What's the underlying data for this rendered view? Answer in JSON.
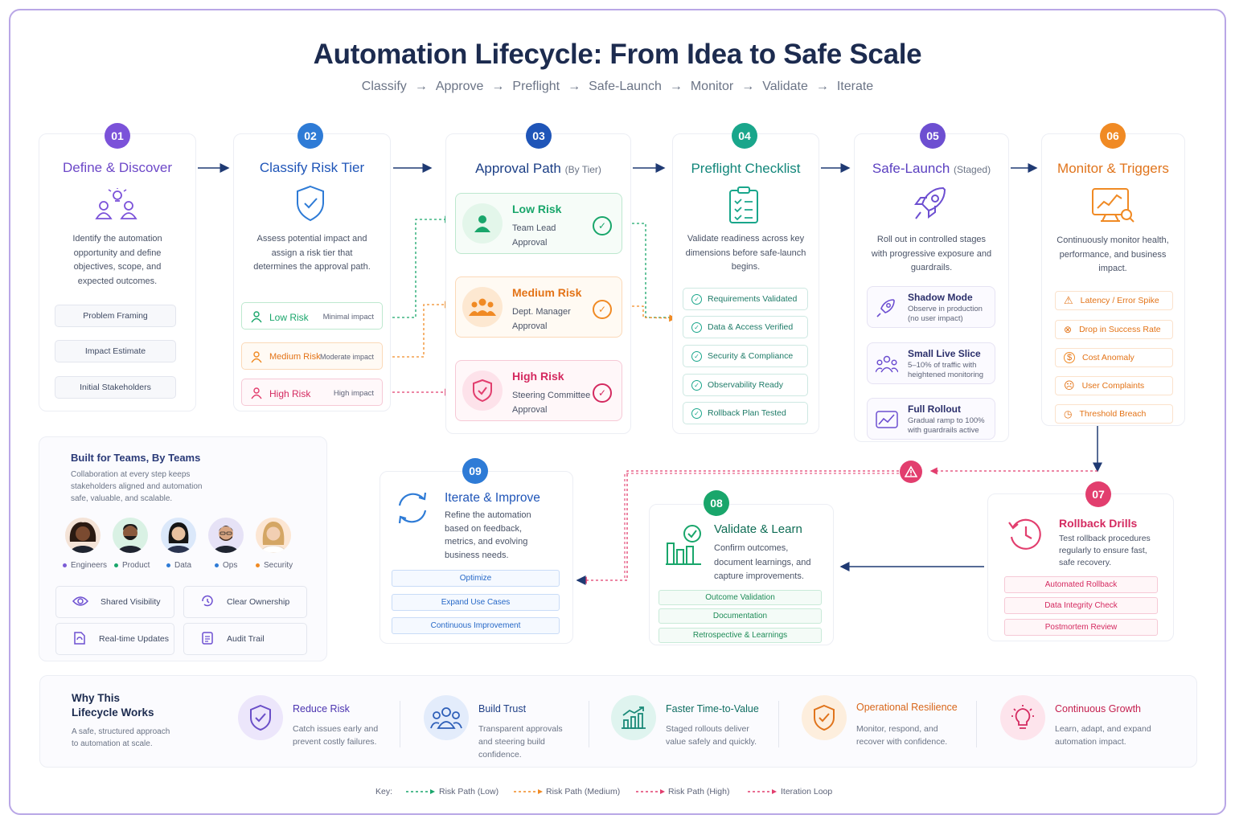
{
  "title": "Automation Lifecycle: From Idea to Safe Scale",
  "flow": [
    "Classify",
    "Approve",
    "Preflight",
    "Safe-Launch",
    "Monitor",
    "Validate",
    "Iterate"
  ],
  "steps": {
    "s01": {
      "num": "01",
      "title": "Define & Discover",
      "desc": "Identify the automation opportunity and define objectives, scope, and expected outcomes.",
      "chips": [
        "Problem Framing",
        "Impact Estimate",
        "Initial Stakeholders"
      ]
    },
    "s02": {
      "num": "02",
      "title": "Classify Risk Tier",
      "desc": "Assess potential impact and assign a risk tier that determines the approval path.",
      "tiers": [
        {
          "label": "Low Risk",
          "impact": "Minimal impact"
        },
        {
          "label": "Medium Risk",
          "impact": "Moderate impact"
        },
        {
          "label": "High Risk",
          "impact": "High impact"
        }
      ]
    },
    "s03": {
      "num": "03",
      "title": "Approval Path",
      "title_suffix": "(By Tier)",
      "paths": [
        {
          "label": "Low Risk",
          "l1": "Team Lead",
          "l2": "Approval"
        },
        {
          "label": "Medium Risk",
          "l1": "Dept. Manager",
          "l2": "Approval"
        },
        {
          "label": "High Risk",
          "l1": "Steering Committee",
          "l2": "Approval"
        }
      ]
    },
    "s04": {
      "num": "04",
      "title": "Preflight Checklist",
      "desc": "Validate readiness across key dimensions before safe-launch begins.",
      "checks": [
        "Requirements Validated",
        "Data & Access Verified",
        "Security & Compliance",
        "Observability Ready",
        "Rollback Plan Tested"
      ]
    },
    "s05": {
      "num": "05",
      "title": "Safe-Launch",
      "title_suffix": "(Staged)",
      "desc": "Roll out in controlled stages with progressive exposure and guardrails.",
      "stages": [
        {
          "title": "Shadow Mode",
          "d1": "Observe in production",
          "d2": "(no user impact)"
        },
        {
          "title": "Small Live Slice",
          "d1": "5–10% of traffic with",
          "d2": "heightened monitoring"
        },
        {
          "title": "Full Rollout",
          "d1": "Gradual ramp to 100%",
          "d2": "with guardrails active"
        }
      ]
    },
    "s06": {
      "num": "06",
      "title": "Monitor & Triggers",
      "desc": "Continuously monitor health, performance, and business impact.",
      "triggers": [
        "Latency / Error Spike",
        "Drop in Success Rate",
        "Cost Anomaly",
        "User Complaints",
        "Threshold Breach"
      ]
    },
    "s07": {
      "num": "07",
      "title": "Rollback Drills",
      "desc": "Test rollback procedures regularly to ensure fast, safe recovery.",
      "chips": [
        "Automated Rollback",
        "Data Integrity Check",
        "Postmortem Review"
      ]
    },
    "s08": {
      "num": "08",
      "title": "Validate & Learn",
      "desc": "Confirm outcomes, document learnings, and capture improvements.",
      "chips": [
        "Outcome Validation",
        "Documentation",
        "Retrospective & Learnings"
      ]
    },
    "s09": {
      "num": "09",
      "title": "Iterate & Improve",
      "desc": "Refine the automation based on feedback, metrics, and evolving business needs.",
      "chips": [
        "Optimize",
        "Expand Use Cases",
        "Continuous Improvement"
      ]
    }
  },
  "teams": {
    "title": "Built for Teams, By Teams",
    "desc": "Collaboration at every step keeps stakeholders aligned and automation safe, valuable, and scalable.",
    "roles": [
      {
        "label": "Engineers",
        "color": "#7b5cd6"
      },
      {
        "label": "Product",
        "color": "#19a66b"
      },
      {
        "label": "Data",
        "color": "#2e7bd6"
      },
      {
        "label": "Ops",
        "color": "#2e7bd6"
      },
      {
        "label": "Security",
        "color": "#f08a24"
      }
    ],
    "features": [
      "Shared Visibility",
      "Clear Ownership",
      "Real-time Updates",
      "Audit Trail"
    ]
  },
  "why": {
    "title_1": "Why This",
    "title_2": "Lifecycle Works",
    "desc": "A safe, structured approach to automation at scale.",
    "benefits": [
      {
        "title": "Reduce Risk",
        "desc": "Catch issues early and prevent costly failures.",
        "color": "#6a4fc8"
      },
      {
        "title": "Build Trust",
        "desc": "Transparent approvals and steering build confidence.",
        "color": "#2e5fb8"
      },
      {
        "title": "Faster Time-to-Value",
        "desc": "Staged rollouts deliver value safely and quickly.",
        "color": "#1b8a78"
      },
      {
        "title": "Operational Resilience",
        "desc": "Monitor, respond, and recover with confidence.",
        "color": "#e0741c"
      },
      {
        "title": "Continuous Growth",
        "desc": "Learn, adapt, and expand automation impact.",
        "color": "#d42a60"
      }
    ]
  },
  "key": {
    "label": "Key:",
    "items": [
      "Risk Path (Low)",
      "Risk Path (Medium)",
      "Risk Path (High)",
      "Iteration Loop"
    ]
  },
  "colors": {
    "purple": "#7b52d9",
    "blue": "#2e7bd6",
    "navy": "#1f55b8",
    "teal": "#19a68b",
    "violet": "#6d4fd1",
    "orange": "#f08a24",
    "pink": "#e23e6e",
    "green": "#19a66b"
  }
}
